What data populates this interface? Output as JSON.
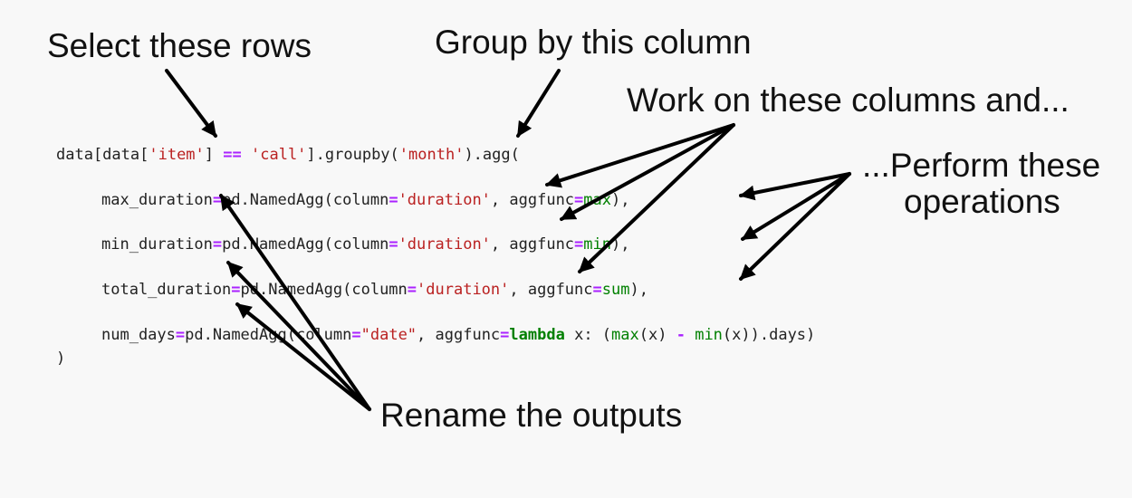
{
  "annotations": {
    "select_rows": "Select these rows",
    "group_by": "Group by this column",
    "work_on": "Work on these columns and...",
    "perform_1": "...Perform these",
    "perform_2": "operations",
    "rename": "Rename the outputs"
  },
  "code": {
    "l1": {
      "a": "data[data[",
      "b": "'item'",
      "c": "] ",
      "d": "==",
      "e": " ",
      "f": "'call'",
      "g": "].groupby(",
      "h": "'month'",
      "i": ").agg("
    },
    "l2": {
      "a": "max_duration",
      "b": "=",
      "c": "pd.NamedAgg(column",
      "d": "=",
      "e": "'duration'",
      "f": ", aggfunc",
      "g": "=",
      "h": "max",
      "i": "),"
    },
    "l3": {
      "a": "min_duration",
      "b": "=",
      "c": "pd.NamedAgg(column",
      "d": "=",
      "e": "'duration'",
      "f": ", aggfunc",
      "g": "=",
      "h": "min",
      "i": "),"
    },
    "l4": {
      "a": "total_duration",
      "b": "=",
      "c": "pd.NamedAgg(column",
      "d": "=",
      "e": "'duration'",
      "f": ", aggfunc",
      "g": "=",
      "h": "sum",
      "i": "),"
    },
    "l5": {
      "a": "num_days",
      "b": "=",
      "c": "pd.NamedAgg(column",
      "d": "=",
      "e": "\"date\"",
      "f": ", aggfunc",
      "g": "=",
      "h": "lambda",
      "i": " x: (",
      "j": "max",
      "k": "(x) ",
      "l": "-",
      "m": " ",
      "n": "min",
      "o": "(x)).days)"
    },
    "l6": {
      "a": ")"
    }
  }
}
